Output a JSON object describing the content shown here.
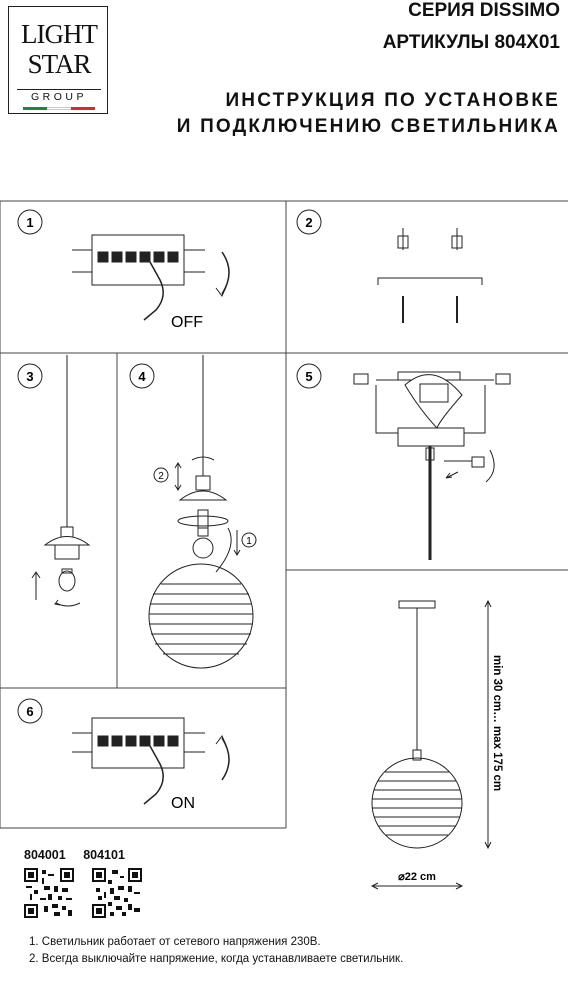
{
  "logo": {
    "line1": "LIGHT",
    "line2": "STAR",
    "line3": "GROUP",
    "flag_colors": [
      "#1a8a3a",
      "#ffffff",
      "#d62b2b"
    ]
  },
  "header": {
    "series": "СЕРИЯ DISSIMO",
    "articles": "АРТИКУЛЫ 804X01",
    "instruction_line1": "ИНСТРУКЦИЯ ПО УСТАНОВКЕ",
    "instruction_line2": "И ПОДКЛЮЧЕНИЮ СВЕТИЛЬНИКА"
  },
  "steps": {
    "s1": "1",
    "s2": "2",
    "s3": "3",
    "s4": "4",
    "s5": "5",
    "s6": "6"
  },
  "labels": {
    "off": "OFF",
    "on": "ON",
    "sub1": "1",
    "sub2": "2",
    "height": "min 30 cm… max 175 cm",
    "diameter": "⌀22 cm"
  },
  "codes": {
    "code1": "804001",
    "code2": "804101"
  },
  "notes": {
    "n1": "1. Светильник работает от сетевого напряжения 230В.",
    "n2": "2. Всегда выключайте напряжение, когда устанавливаете светильник."
  }
}
